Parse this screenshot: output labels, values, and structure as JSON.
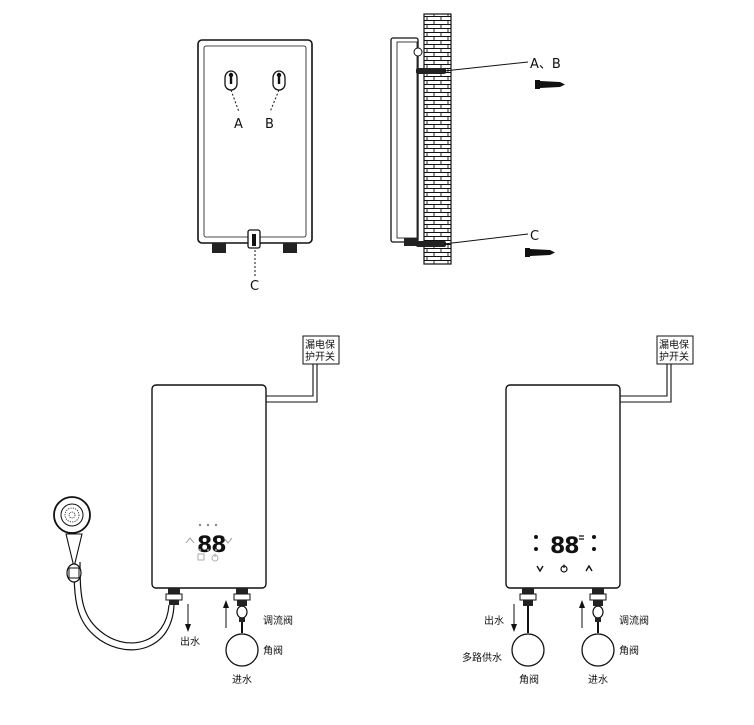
{
  "labels": {
    "a": "A",
    "b": "B",
    "c": "C",
    "ab": "A、B"
  },
  "switch_label": {
    "line1": "漏电保",
    "line2": "护开关"
  },
  "left_heater": {
    "outlet": "出水",
    "inlet": "进水",
    "flow_valve": "调流阀",
    "angle_valve": "角阀",
    "display": "88"
  },
  "right_heater": {
    "outlet": "出水",
    "inlet": "进水",
    "flow_valve": "调流阀",
    "angle_valve_left": "角阀",
    "angle_valve_right": "角阀",
    "multi_supply": "多路供水",
    "display": "88"
  },
  "icons": {
    "power": "power-icon",
    "up": "chevron-up-icon",
    "down": "chevron-down-icon",
    "shower": "shower-head-icon",
    "screw": "screw-icon"
  }
}
